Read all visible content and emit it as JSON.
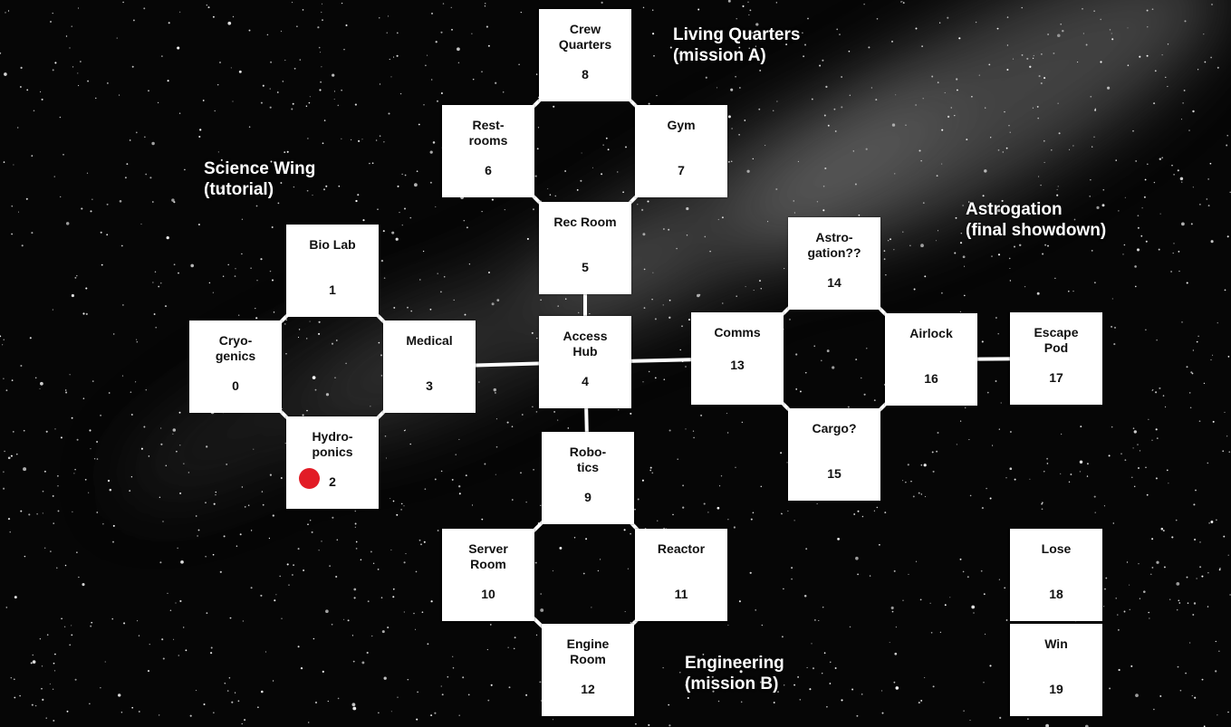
{
  "rooms": [
    {
      "name": "Cryo-\ngenics",
      "number": "0"
    },
    {
      "name": "Bio Lab",
      "number": "1"
    },
    {
      "name": "Hydro-\nponics",
      "number": "2"
    },
    {
      "name": "Medical",
      "number": "3"
    },
    {
      "name": "Access\nHub",
      "number": "4"
    },
    {
      "name": "Rec Room",
      "number": "5"
    },
    {
      "name": "Rest-\nrooms",
      "number": "6"
    },
    {
      "name": "Gym",
      "number": "7"
    },
    {
      "name": "Crew\nQuarters",
      "number": "8"
    },
    {
      "name": "Robo-\ntics",
      "number": "9"
    },
    {
      "name": "Server\nRoom",
      "number": "10"
    },
    {
      "name": "Reactor",
      "number": "11"
    },
    {
      "name": "Engine\nRoom",
      "number": "12"
    },
    {
      "name": "Comms",
      "number": "13"
    },
    {
      "name": "Astro-\ngation??",
      "number": "14"
    },
    {
      "name": "Cargo?",
      "number": "15"
    },
    {
      "name": "Airlock",
      "number": "16"
    },
    {
      "name": "Escape\nPod",
      "number": "17"
    },
    {
      "name": "Lose",
      "number": "18"
    },
    {
      "name": "Win",
      "number": "19"
    }
  ],
  "zones": {
    "science": "Science Wing\n(tutorial)",
    "living": "Living Quarters\n(mission A)",
    "astrogation": "Astrogation\n(final showdown)",
    "engineering": "Engineering\n(mission B)"
  },
  "player": {
    "current_room": "2",
    "marker_color": "#e21c26"
  },
  "colors": {
    "background": "#060606",
    "room_fill": "#ffffff",
    "corridor": "#ffffff",
    "label": "#ffffff"
  }
}
